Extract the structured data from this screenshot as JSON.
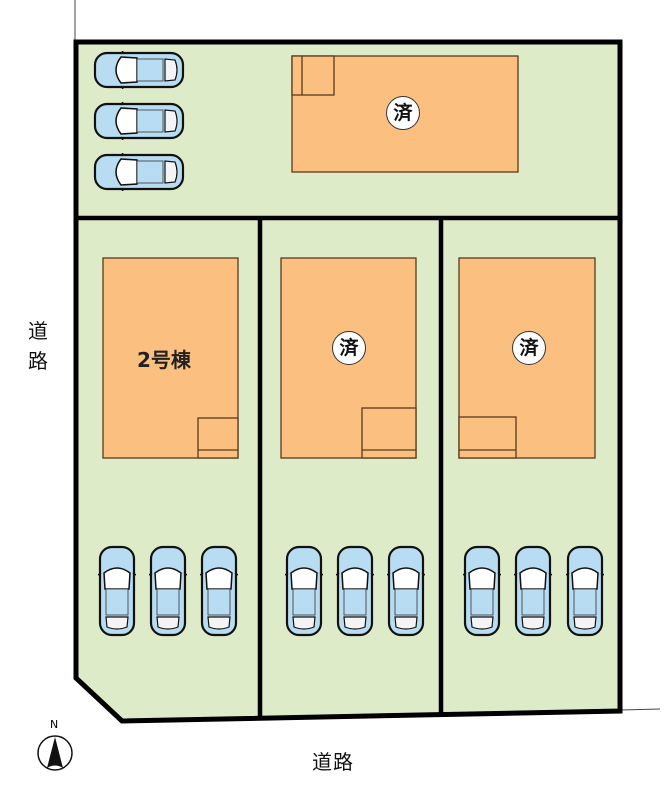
{
  "road_labels": {
    "left": "道路",
    "bottom": "道路"
  },
  "compass": {
    "label": "N"
  },
  "lots": [
    {
      "id": "top",
      "status": "済"
    },
    {
      "id": "lot2",
      "label": "2号棟"
    },
    {
      "id": "lot3",
      "status": "済"
    },
    {
      "id": "lot4",
      "status": "済"
    }
  ],
  "colors": {
    "land": "#deebc8",
    "house": "#fbbf80",
    "car": "#b8dcf2",
    "border": "#000000"
  }
}
